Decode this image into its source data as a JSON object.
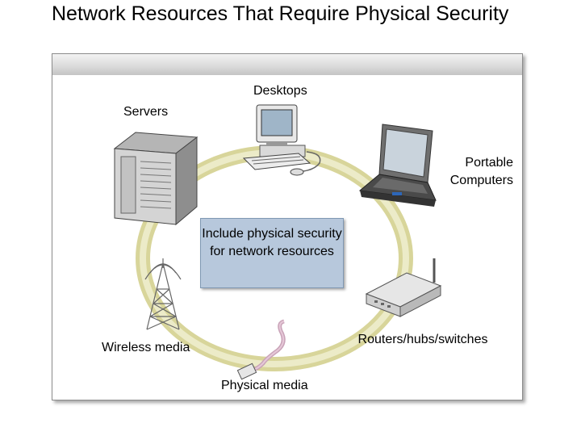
{
  "slide": {
    "title": "Network Resources That Require Physical Security"
  },
  "diagram": {
    "center_text": "Include physical security for network resources",
    "items": {
      "desktops": "Desktops",
      "servers": "Servers",
      "portable": "Portable Computers",
      "routers": "Routers/hubs/switches",
      "physical_media": "Physical media",
      "wireless_media": "Wireless media"
    },
    "ring_color": "#e3e0a8"
  }
}
